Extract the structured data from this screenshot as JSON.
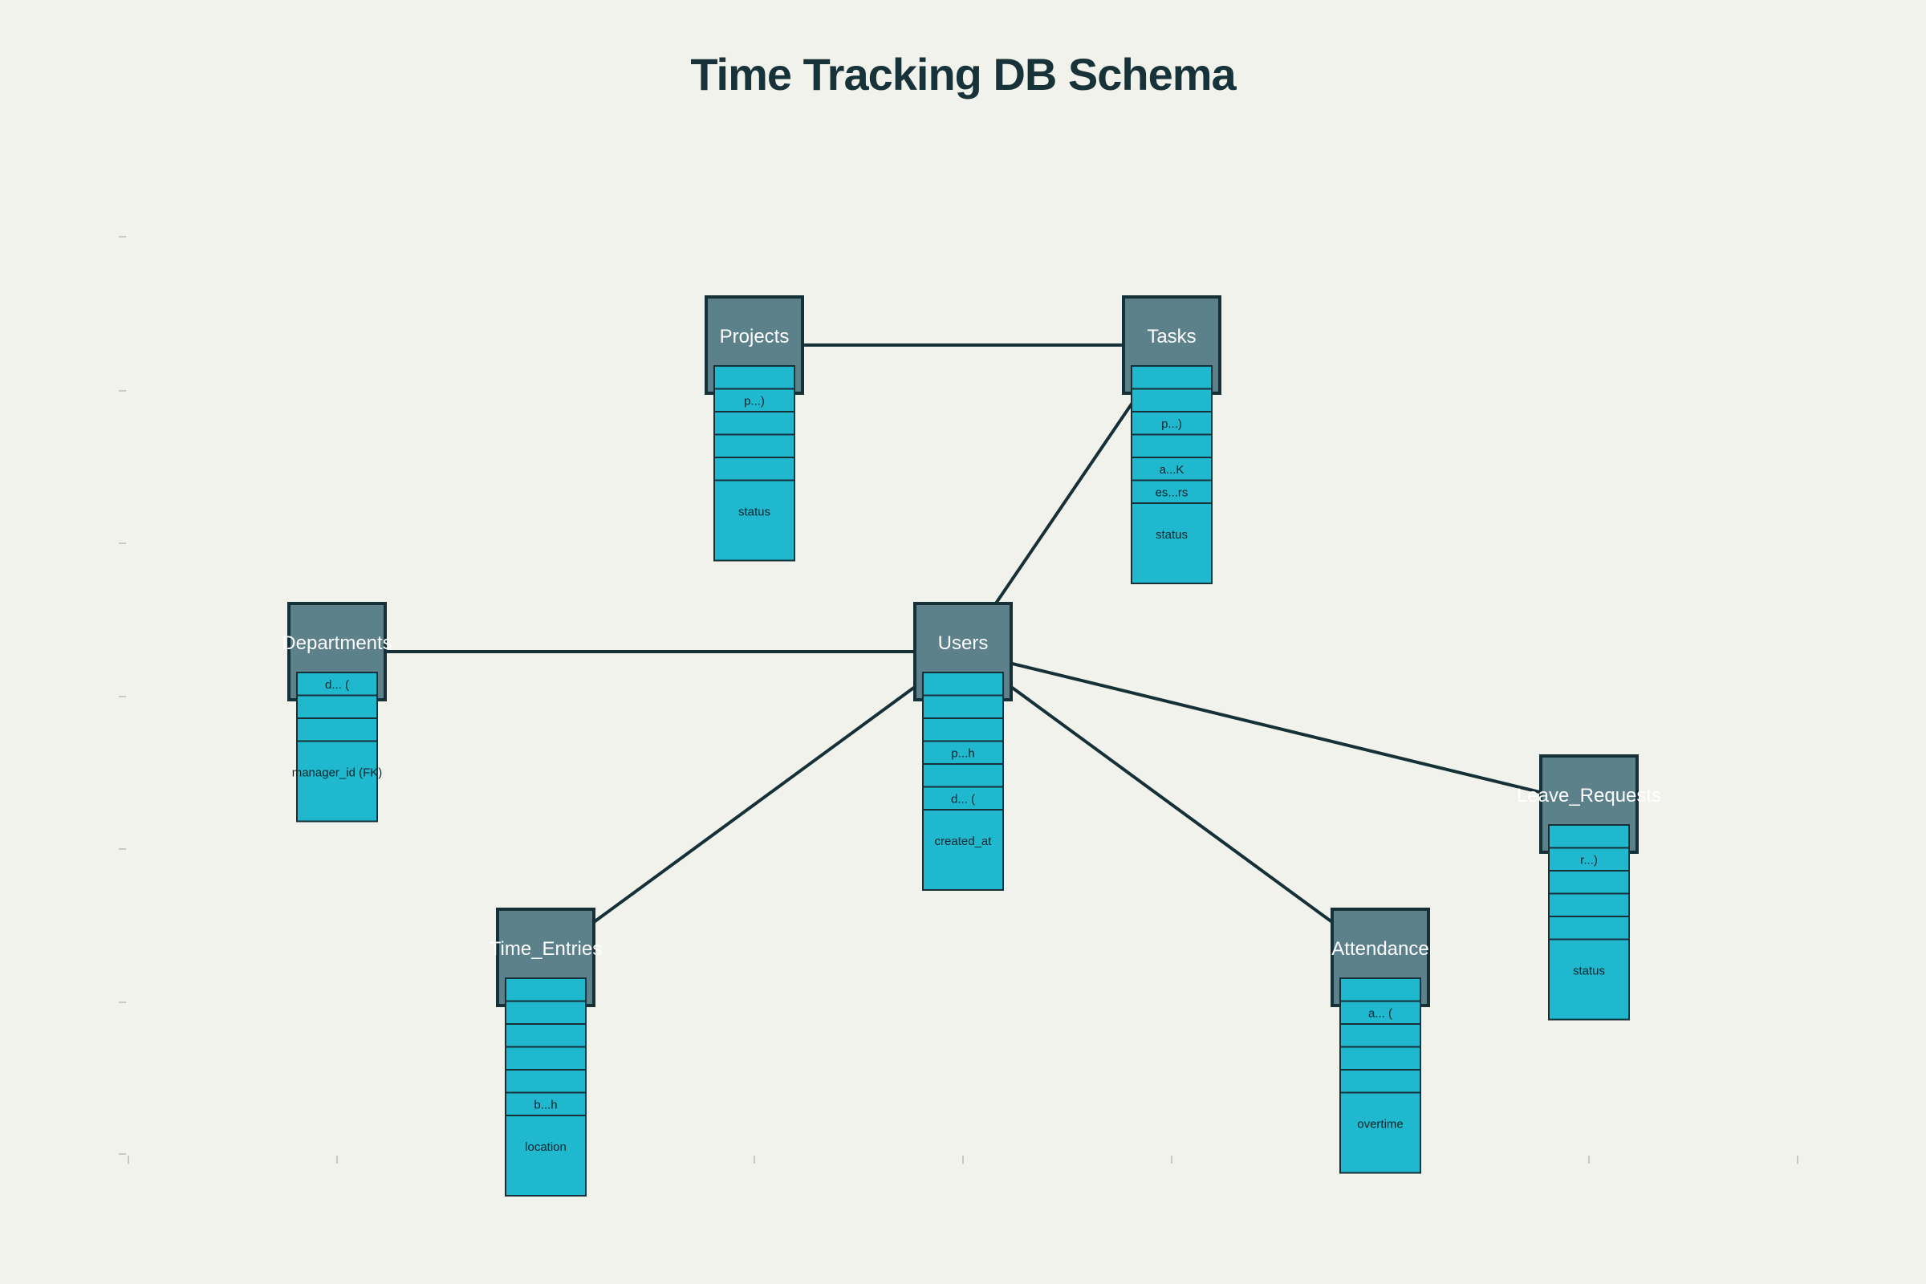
{
  "diagram": {
    "title": "Time Tracking DB Schema",
    "colors": {
      "background": "#f2f2ec",
      "title": "#173339",
      "header_fill": "#5c818a",
      "header_stroke": "#163037",
      "header_text": "#ffffff",
      "field_fill": "#20b8cf",
      "field_stroke": "#163037",
      "field_text": "#10242a",
      "edge": "#163037",
      "tick": "#c9c9c2"
    },
    "tables": [
      {
        "id": "projects",
        "name": "Projects",
        "fields": [
          "",
          "p...)",
          "",
          "",
          "",
          "status"
        ]
      },
      {
        "id": "tasks",
        "name": "Tasks",
        "fields": [
          "",
          "",
          "p...)",
          "",
          "a...K",
          "es...rs",
          "status"
        ]
      },
      {
        "id": "departments",
        "name": "Departments",
        "fields": [
          "d... (",
          "",
          "",
          "manager_id (FK)"
        ]
      },
      {
        "id": "users",
        "name": "Users",
        "fields": [
          "",
          "",
          "",
          "p...h",
          "",
          "d... (",
          "created_at"
        ]
      },
      {
        "id": "leave_requests",
        "name": "Leave_Requests",
        "fields": [
          "",
          "r...)",
          "",
          "",
          "",
          "status"
        ]
      },
      {
        "id": "time_entries",
        "name": "Time_Entries",
        "fields": [
          "",
          "",
          "",
          "",
          "",
          "b...h",
          "location"
        ]
      },
      {
        "id": "attendance",
        "name": "Attendance",
        "fields": [
          "",
          "a... (",
          "",
          "",
          "",
          "overtime"
        ]
      }
    ],
    "relationships": [
      {
        "from": "projects",
        "to": "tasks"
      },
      {
        "from": "tasks",
        "to": "users"
      },
      {
        "from": "departments",
        "to": "users"
      },
      {
        "from": "users",
        "to": "time_entries"
      },
      {
        "from": "users",
        "to": "attendance"
      },
      {
        "from": "users",
        "to": "leave_requests"
      }
    ]
  }
}
